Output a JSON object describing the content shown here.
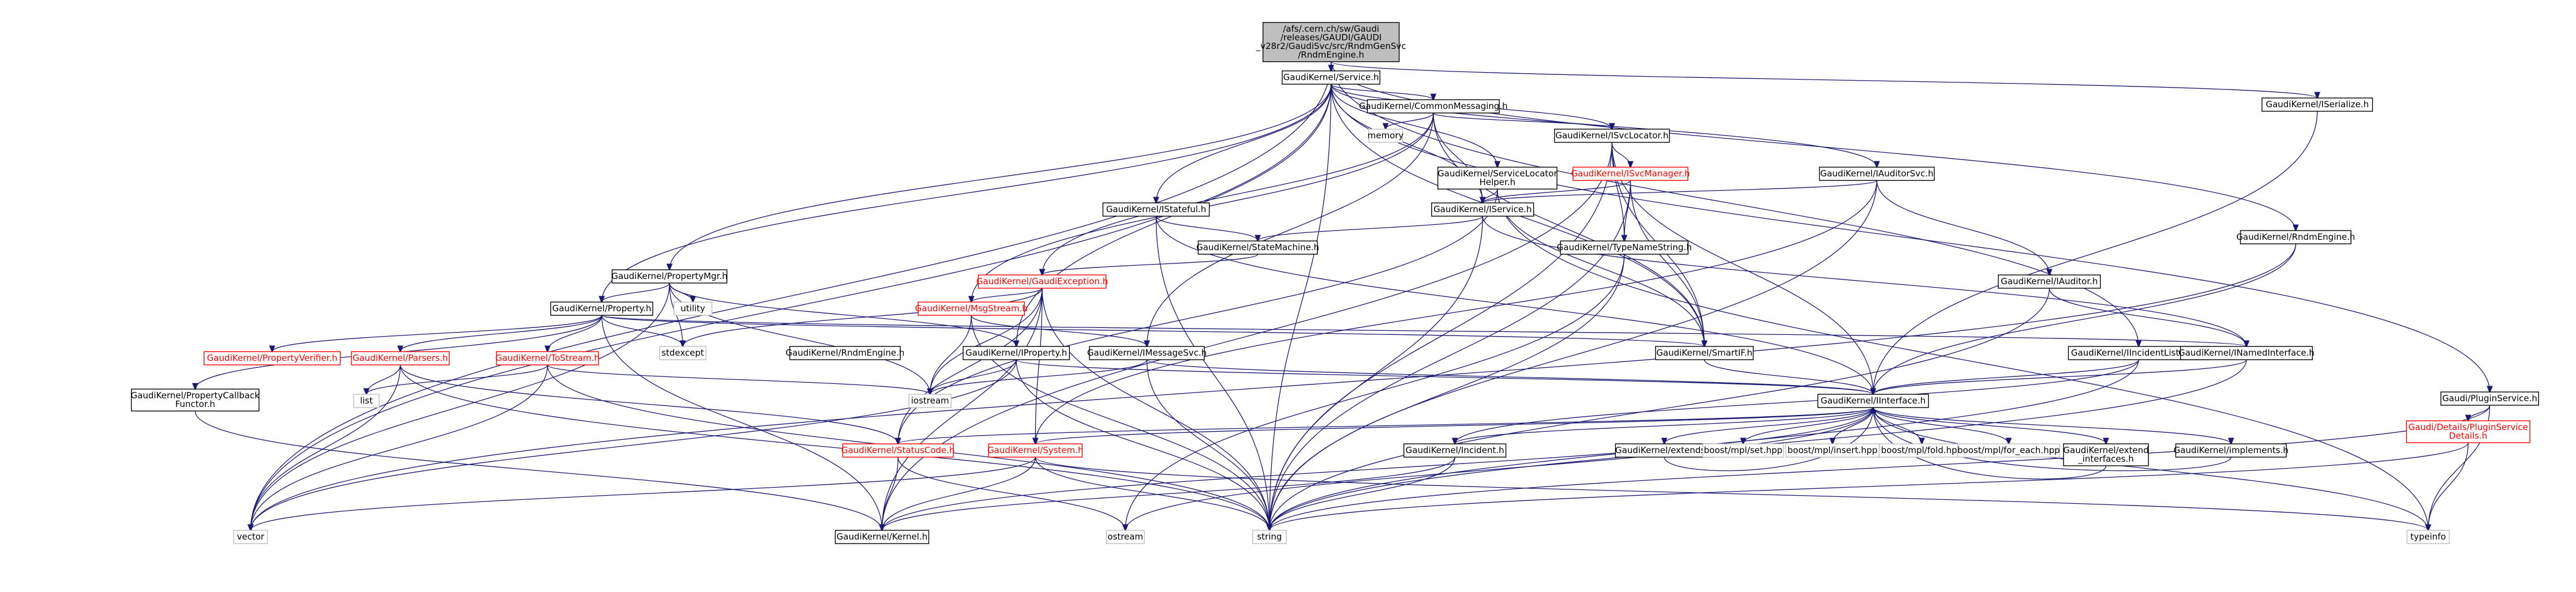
{
  "graph": {
    "nodes": [
      {
        "id": "root",
        "lines": [
          "/afs/.cern.ch/sw/Gaudi",
          "/releases/GAUDI/GAUDI",
          "_v28r2/GaudiSvc/src/RndmGenSvc",
          "/RndmEngine.h"
        ],
        "style": "root"
      },
      {
        "id": "service_h",
        "lines": [
          "GaudiKernel/Service.h"
        ],
        "style": "normal"
      },
      {
        "id": "iserialize_h",
        "lines": [
          "GaudiKernel/ISerialize.h"
        ],
        "style": "normal"
      },
      {
        "id": "rndmengine_h",
        "lines": [
          "GaudiKernel/RndmEngine.h"
        ],
        "style": "normal"
      },
      {
        "id": "commonmessaging_h",
        "lines": [
          "GaudiKernel/CommonMessaging.h"
        ],
        "style": "normal"
      },
      {
        "id": "memory",
        "lines": [
          "memory"
        ],
        "style": "plain"
      },
      {
        "id": "isvclocator_h",
        "lines": [
          "GaudiKernel/ISvcLocator.h"
        ],
        "style": "normal"
      },
      {
        "id": "isvcmanager_h",
        "lines": [
          "GaudiKernel/ISvcManager.h"
        ],
        "style": "red"
      },
      {
        "id": "servicelocatorhelper_h",
        "lines": [
          "GaudiKernel/ServiceLocator",
          "Helper.h"
        ],
        "style": "normal"
      },
      {
        "id": "iauditorsvc_h",
        "lines": [
          "GaudiKernel/IAuditorSvc.h"
        ],
        "style": "normal"
      },
      {
        "id": "istateful_h",
        "lines": [
          "GaudiKernel/IStateful.h"
        ],
        "style": "normal"
      },
      {
        "id": "iservice_h",
        "lines": [
          "GaudiKernel/IService.h"
        ],
        "style": "normal"
      },
      {
        "id": "statemachine_h",
        "lines": [
          "GaudiKernel/StateMachine.h"
        ],
        "style": "normal"
      },
      {
        "id": "typenamestring_h",
        "lines": [
          "GaudiKernel/TypeNameString.h"
        ],
        "style": "normal"
      },
      {
        "id": "iauditor_h",
        "lines": [
          "GaudiKernel/IAuditor.h"
        ],
        "style": "normal"
      },
      {
        "id": "propertymgr_h",
        "lines": [
          "GaudiKernel/PropertyMgr.h"
        ],
        "style": "normal"
      },
      {
        "id": "utility",
        "lines": [
          "utility"
        ],
        "style": "plain"
      },
      {
        "id": "gaudiexception_h",
        "lines": [
          "GaudiKernel/GaudiException.h"
        ],
        "style": "red"
      },
      {
        "id": "property_h",
        "lines": [
          "GaudiKernel/Property.h"
        ],
        "style": "normal"
      },
      {
        "id": "msgstream_h",
        "lines": [
          "GaudiKernel/MsgStream.h"
        ],
        "style": "red"
      },
      {
        "id": "stdexcept",
        "lines": [
          "stdexcept"
        ],
        "style": "plain"
      },
      {
        "id": "smartif_h",
        "lines": [
          "GaudiKernel/SmartIF.h"
        ],
        "style": "normal"
      },
      {
        "id": "iincidentlistener_h",
        "lines": [
          "GaudiKernel/IIncidentListener.h"
        ],
        "style": "normal"
      },
      {
        "id": "inamedinterface_h",
        "lines": [
          "GaudiKernel/INamedInterface.h"
        ],
        "style": "normal"
      },
      {
        "id": "propertyverifier_h",
        "lines": [
          "GaudiKernel/PropertyVerifier.h"
        ],
        "style": "red"
      },
      {
        "id": "parsers_h",
        "lines": [
          "GaudiKernel/Parsers.h"
        ],
        "style": "red"
      },
      {
        "id": "tostream_h",
        "lines": [
          "GaudiKernel/ToStream.h"
        ],
        "style": "red"
      },
      {
        "id": "iproperty_h",
        "lines": [
          "GaudiKernel/IProperty.h"
        ],
        "style": "normal"
      },
      {
        "id": "imessagesvc_h",
        "lines": [
          "GaudiKernel/IMessageSvc.h"
        ],
        "style": "normal"
      },
      {
        "id": "rndmengine_kernel_h",
        "lines": [
          "GaudiKernel/RndmEngine.h"
        ],
        "style": "normal"
      },
      {
        "id": "propertycallbackfunctor_h",
        "lines": [
          "GaudiKernel/PropertyCallback",
          "Functor.h"
        ],
        "style": "normal"
      },
      {
        "id": "list",
        "lines": [
          "list"
        ],
        "style": "plain"
      },
      {
        "id": "iostream",
        "lines": [
          "iostream"
        ],
        "style": "plain"
      },
      {
        "id": "iinterface_h",
        "lines": [
          "GaudiKernel/IInterface.h"
        ],
        "style": "normal"
      },
      {
        "id": "ipluginservice_h",
        "lines": [
          "Gaudi/PluginService.h"
        ],
        "style": "normal"
      },
      {
        "id": "pluginservicedetails_h",
        "lines": [
          "Gaudi/Details/PluginService",
          "Details.h"
        ],
        "style": "red"
      },
      {
        "id": "statuscode_h",
        "lines": [
          "GaudiKernel/StatusCode.h"
        ],
        "style": "red"
      },
      {
        "id": "system_h",
        "lines": [
          "GaudiKernel/System.h"
        ],
        "style": "red"
      },
      {
        "id": "iincident_h",
        "lines": [
          "GaudiKernel/Incident.h"
        ],
        "style": "normal"
      },
      {
        "id": "extends_h",
        "lines": [
          "GaudiKernel/extends.h"
        ],
        "style": "normal"
      },
      {
        "id": "mpl_set",
        "lines": [
          "boost/mpl/set.hpp"
        ],
        "style": "plain"
      },
      {
        "id": "mpl_insert",
        "lines": [
          "boost/mpl/insert.hpp"
        ],
        "style": "plain"
      },
      {
        "id": "mpl_fold",
        "lines": [
          "boost/mpl/fold.hpp"
        ],
        "style": "plain"
      },
      {
        "id": "mpl_for_each",
        "lines": [
          "boost/mpl/for_each.hpp"
        ],
        "style": "plain"
      },
      {
        "id": "extend_interfaces_h",
        "lines": [
          "GaudiKernel/extend",
          "_interfaces.h"
        ],
        "style": "normal"
      },
      {
        "id": "implements_h",
        "lines": [
          "GaudiKernel/implements.h"
        ],
        "style": "normal"
      },
      {
        "id": "vector",
        "lines": [
          "vector"
        ],
        "style": "plain"
      },
      {
        "id": "kernel_h",
        "lines": [
          "GaudiKernel/Kernel.h"
        ],
        "style": "normal"
      },
      {
        "id": "ostream",
        "lines": [
          "ostream"
        ],
        "style": "plain"
      },
      {
        "id": "string",
        "lines": [
          "string"
        ],
        "style": "plain"
      },
      {
        "id": "typeinfo",
        "lines": [
          "typeinfo"
        ],
        "style": "plain"
      }
    ],
    "edges": [
      [
        "root",
        "service_h"
      ],
      [
        "root",
        "iserialize_h"
      ],
      [
        "root",
        "rndmengine_kernel_h"
      ],
      [
        "root",
        "vector"
      ],
      [
        "root",
        "iincidentlistener_h"
      ],
      [
        "service_h",
        "commonmessaging_h"
      ],
      [
        "service_h",
        "isvclocator_h"
      ],
      [
        "service_h",
        "servicelocatorhelper_h"
      ],
      [
        "service_h",
        "iauditorsvc_h"
      ],
      [
        "service_h",
        "istateful_h"
      ],
      [
        "service_h",
        "iservice_h"
      ],
      [
        "service_h",
        "propertymgr_h"
      ],
      [
        "service_h",
        "property_h"
      ],
      [
        "service_h",
        "iproperty_h"
      ],
      [
        "service_h",
        "smartif_h"
      ],
      [
        "service_h",
        "ipluginservice_h"
      ],
      [
        "service_h",
        "vector"
      ],
      [
        "service_h",
        "string"
      ],
      [
        "iserialize_h",
        "iinterface_h"
      ],
      [
        "commonmessaging_h",
        "memory"
      ],
      [
        "commonmessaging_h",
        "isvclocator_h"
      ],
      [
        "commonmessaging_h",
        "iservice_h"
      ],
      [
        "commonmessaging_h",
        "gaudiexception_h"
      ],
      [
        "commonmessaging_h",
        "msgstream_h"
      ],
      [
        "commonmessaging_h",
        "imessagesvc_h"
      ],
      [
        "commonmessaging_h",
        "smartif_h"
      ],
      [
        "isvclocator_h",
        "isvcmanager_h"
      ],
      [
        "isvclocator_h",
        "typenamestring_h"
      ],
      [
        "isvclocator_h",
        "smartif_h"
      ],
      [
        "isvclocator_h",
        "iinterface_h"
      ],
      [
        "isvclocator_h",
        "kernel_h"
      ],
      [
        "isvclocator_h",
        "string"
      ],
      [
        "isvcmanager_h",
        "typenamestring_h"
      ],
      [
        "isvcmanager_h",
        "smartif_h"
      ],
      [
        "isvcmanager_h",
        "iservice_h"
      ],
      [
        "isvcmanager_h",
        "string"
      ],
      [
        "servicelocatorhelper_h",
        "iservice_h"
      ],
      [
        "servicelocatorhelper_h",
        "smartif_h"
      ],
      [
        "servicelocatorhelper_h",
        "statuscode_h"
      ],
      [
        "servicelocatorhelper_h",
        "typeinfo"
      ],
      [
        "iauditorsvc_h",
        "iservice_h"
      ],
      [
        "iauditorsvc_h",
        "iauditor_h"
      ],
      [
        "iauditorsvc_h",
        "system_h"
      ],
      [
        "iauditorsvc_h",
        "string"
      ],
      [
        "istateful_h",
        "statemachine_h"
      ],
      [
        "istateful_h",
        "iinterface_h"
      ],
      [
        "istateful_h",
        "string"
      ],
      [
        "iservice_h",
        "statemachine_h"
      ],
      [
        "iservice_h",
        "inamedinterface_h"
      ],
      [
        "iservice_h",
        "string"
      ],
      [
        "statemachine_h",
        "gaudiexception_h"
      ],
      [
        "typenamestring_h",
        "string"
      ],
      [
        "typenamestring_h",
        "ostream"
      ],
      [
        "iauditor_h",
        "inamedinterface_h"
      ],
      [
        "iauditor_h",
        "string"
      ],
      [
        "propertymgr_h",
        "utility"
      ],
      [
        "propertymgr_h",
        "stdexcept"
      ],
      [
        "propertymgr_h",
        "property_h"
      ],
      [
        "propertymgr_h",
        "iproperty_h"
      ],
      [
        "propertymgr_h",
        "iostream"
      ],
      [
        "propertymgr_h",
        "vector"
      ],
      [
        "gaudiexception_h",
        "msgstream_h"
      ],
      [
        "gaudiexception_h",
        "iostream"
      ],
      [
        "gaudiexception_h",
        "statuscode_h"
      ],
      [
        "gaudiexception_h",
        "system_h"
      ],
      [
        "gaudiexception_h",
        "kernel_h"
      ],
      [
        "gaudiexception_h",
        "string"
      ],
      [
        "gaudiexception_h",
        "stdexcept"
      ],
      [
        "property_h",
        "stdexcept"
      ],
      [
        "property_h",
        "propertyverifier_h"
      ],
      [
        "property_h",
        "parsers_h"
      ],
      [
        "property_h",
        "tostream_h"
      ],
      [
        "property_h",
        "propertycallbackfunctor_h"
      ],
      [
        "property_h",
        "smartif_h"
      ],
      [
        "property_h",
        "inamedinterface_h"
      ],
      [
        "property_h",
        "kernel_h"
      ],
      [
        "msgstream_h",
        "imessagesvc_h"
      ],
      [
        "msgstream_h",
        "iostream"
      ],
      [
        "msgstream_h",
        "string"
      ],
      [
        "smartif_h",
        "iinterface_h"
      ],
      [
        "iincidentlistener_h",
        "iinterface_h"
      ],
      [
        "iincidentlistener_h",
        "iincident_h"
      ],
      [
        "iincidentlistener_h",
        "string"
      ],
      [
        "inamedinterface_h",
        "iinterface_h"
      ],
      [
        "inamedinterface_h",
        "string"
      ],
      [
        "parsers_h",
        "list"
      ],
      [
        "parsers_h",
        "vector"
      ],
      [
        "parsers_h",
        "string"
      ],
      [
        "parsers_h",
        "statuscode_h"
      ],
      [
        "tostream_h",
        "list"
      ],
      [
        "tostream_h",
        "vector"
      ],
      [
        "tostream_h",
        "string"
      ],
      [
        "tostream_h",
        "iostream"
      ],
      [
        "iproperty_h",
        "iinterface_h"
      ],
      [
        "iproperty_h",
        "iostream"
      ],
      [
        "iproperty_h",
        "string"
      ],
      [
        "iproperty_h",
        "vector"
      ],
      [
        "imessagesvc_h",
        "iinterface_h"
      ],
      [
        "imessagesvc_h",
        "iostream"
      ],
      [
        "imessagesvc_h",
        "string"
      ],
      [
        "rndmengine_kernel_h",
        "iinterface_h"
      ],
      [
        "rndmengine_kernel_h",
        "vector"
      ],
      [
        "propertycallbackfunctor_h",
        "kernel_h"
      ],
      [
        "iinterface_h",
        "statuscode_h"
      ],
      [
        "iinterface_h",
        "system_h"
      ],
      [
        "iinterface_h",
        "iincident_h"
      ],
      [
        "iinterface_h",
        "extends_h"
      ],
      [
        "iinterface_h",
        "mpl_set"
      ],
      [
        "iinterface_h",
        "mpl_insert"
      ],
      [
        "iinterface_h",
        "mpl_fold"
      ],
      [
        "iinterface_h",
        "mpl_for_each"
      ],
      [
        "iinterface_h",
        "extend_interfaces_h"
      ],
      [
        "iinterface_h",
        "implements_h"
      ],
      [
        "iinterface_h",
        "kernel_h"
      ],
      [
        "iinterface_h",
        "ostream"
      ],
      [
        "iinterface_h",
        "typeinfo"
      ],
      [
        "extend_interfaces_h",
        "iinterface_h"
      ],
      [
        "implements_h",
        "iinterface_h"
      ],
      [
        "extends_h",
        "iinterface_h"
      ],
      [
        "ipluginservice_h",
        "pluginservicedetails_h"
      ],
      [
        "ipluginservice_h",
        "string"
      ],
      [
        "ipluginservice_h",
        "typeinfo"
      ],
      [
        "pluginservicedetails_h",
        "string"
      ],
      [
        "pluginservicedetails_h",
        "typeinfo"
      ],
      [
        "statuscode_h",
        "kernel_h"
      ],
      [
        "statuscode_h",
        "ostream"
      ],
      [
        "system_h",
        "kernel_h"
      ],
      [
        "system_h",
        "string"
      ],
      [
        "system_h",
        "vector"
      ],
      [
        "system_h",
        "typeinfo"
      ],
      [
        "iincident_h",
        "string"
      ],
      [
        "iincident_h",
        "kernel_h"
      ]
    ]
  }
}
